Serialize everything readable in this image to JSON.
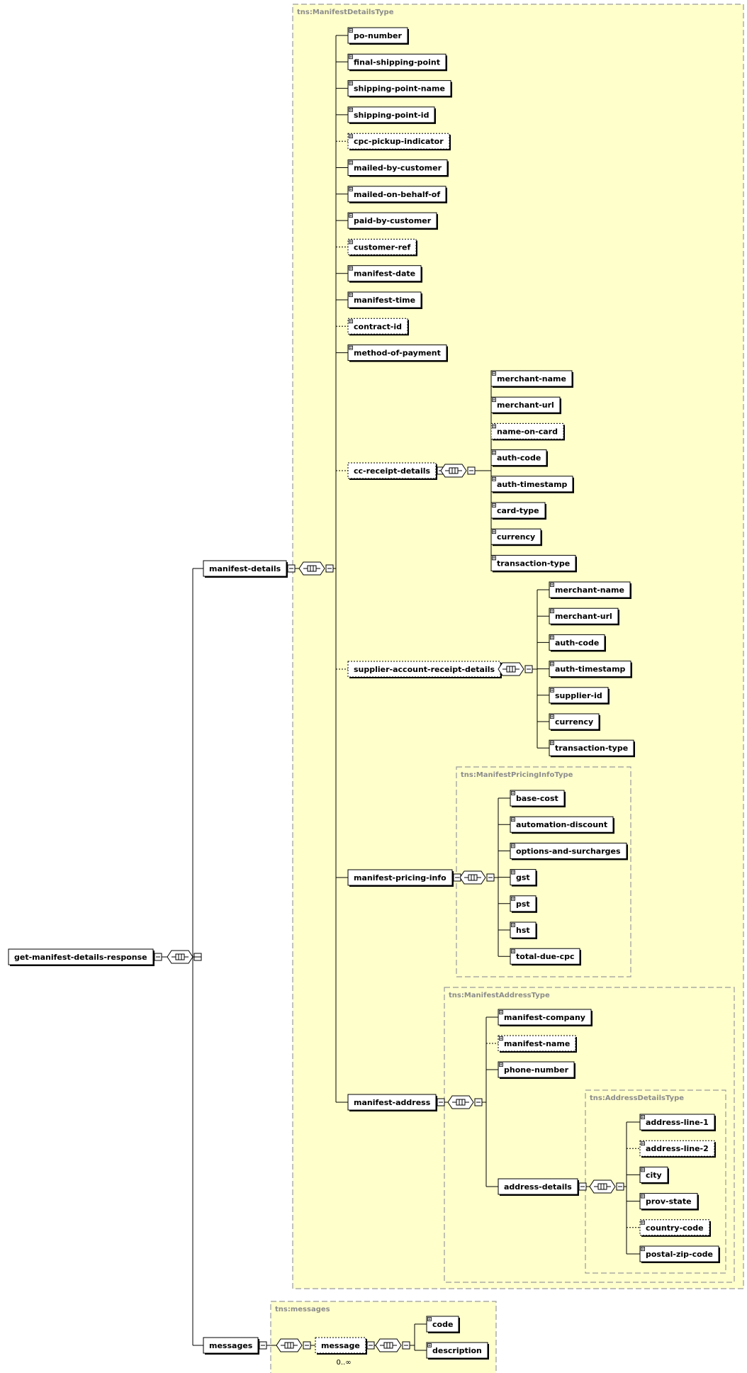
{
  "root": {
    "label": "get-manifest-details-response"
  },
  "types": {
    "manifest_details_type": "tns:ManifestDetailsType",
    "pricing_info_type": "tns:ManifestPricingInfoType",
    "address_type": "tns:ManifestAddressType",
    "address_details_type": "tns:AddressDetailsType",
    "messages_type": "tns:messages"
  },
  "manifest_details": {
    "label": "manifest-details",
    "children": [
      "po-number",
      "final-shipping-point",
      "shipping-point-name",
      "shipping-point-id",
      "cpc-pickup-indicator",
      "mailed-by-customer",
      "mailed-on-behalf-of",
      "paid-by-customer",
      "customer-ref",
      "manifest-date",
      "manifest-time",
      "contract-id",
      "method-of-payment"
    ],
    "optional": [
      "cpc-pickup-indicator",
      "customer-ref",
      "contract-id"
    ]
  },
  "cc_receipt": {
    "label": "cc-receipt-details",
    "children": [
      "merchant-name",
      "merchant-url",
      "name-on-card",
      "auth-code",
      "auth-timestamp",
      "card-type",
      "currency",
      "transaction-type"
    ],
    "optional": [
      "name-on-card"
    ]
  },
  "supplier_receipt": {
    "label": "supplier-account-receipt-details",
    "children": [
      "merchant-name",
      "merchant-url",
      "auth-code",
      "auth-timestamp",
      "supplier-id",
      "currency",
      "transaction-type"
    ]
  },
  "pricing": {
    "label": "manifest-pricing-info",
    "children": [
      "base-cost",
      "automation-discount",
      "options-and-surcharges",
      "gst",
      "pst",
      "hst",
      "total-due-cpc"
    ]
  },
  "address": {
    "label": "manifest-address",
    "children": [
      "manifest-company",
      "manifest-name",
      "phone-number"
    ],
    "optional": [
      "manifest-name"
    ]
  },
  "address_details": {
    "label": "address-details",
    "children": [
      "address-line-1",
      "address-line-2",
      "city",
      "prov-state",
      "country-code",
      "postal-zip-code"
    ],
    "optional": [
      "address-line-2",
      "country-code"
    ]
  },
  "messages": {
    "label": "messages",
    "message_label": "message",
    "multiplicity": "0..∞",
    "children": [
      "code",
      "description"
    ]
  },
  "colors": {
    "panel_fill": "#ffffcc",
    "panel_border": "#9a9a9a",
    "line": "#000000",
    "type_label": "#8c8c8c"
  }
}
